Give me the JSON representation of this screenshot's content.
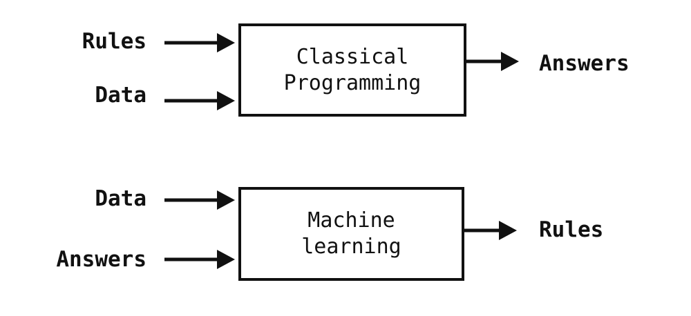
{
  "classical": {
    "input_1": "Rules",
    "input_2": "Data",
    "box_line_1": "Classical",
    "box_line_2": "Programming",
    "output": "Answers"
  },
  "machine_learning": {
    "input_1": "Data",
    "input_2": "Answers",
    "box_line_1": "Machine",
    "box_line_2": "learning",
    "output": "Rules"
  },
  "colors": {
    "stroke": "#111111",
    "background": "#ffffff"
  }
}
